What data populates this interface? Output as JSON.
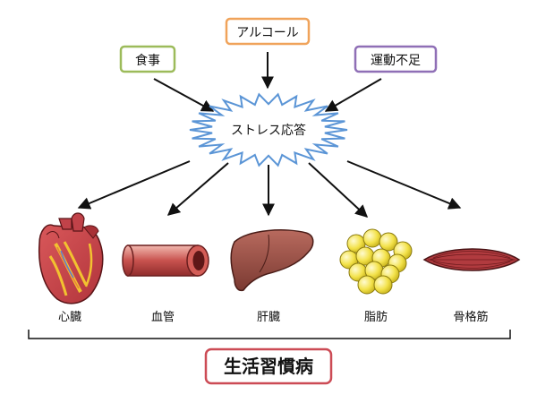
{
  "causes": {
    "diet": {
      "label": "食事",
      "color": "#9cbb5a"
    },
    "alcohol": {
      "label": "アルコール",
      "color": "#f0a35a"
    },
    "exercise": {
      "label": "運動不足",
      "color": "#8f6fb6"
    }
  },
  "center": {
    "label": "ストレス応答",
    "color": "#5b95d6"
  },
  "organs": [
    {
      "label": "心臓",
      "icon": "heart-icon"
    },
    {
      "label": "血管",
      "icon": "blood-vessel-icon"
    },
    {
      "label": "肝臓",
      "icon": "liver-icon"
    },
    {
      "label": "脂肪",
      "icon": "fat-cells-icon"
    },
    {
      "label": "骨格筋",
      "icon": "skeletal-muscle-icon"
    }
  ],
  "result": {
    "label": "生活習慣病",
    "color": "#cc4b55"
  }
}
